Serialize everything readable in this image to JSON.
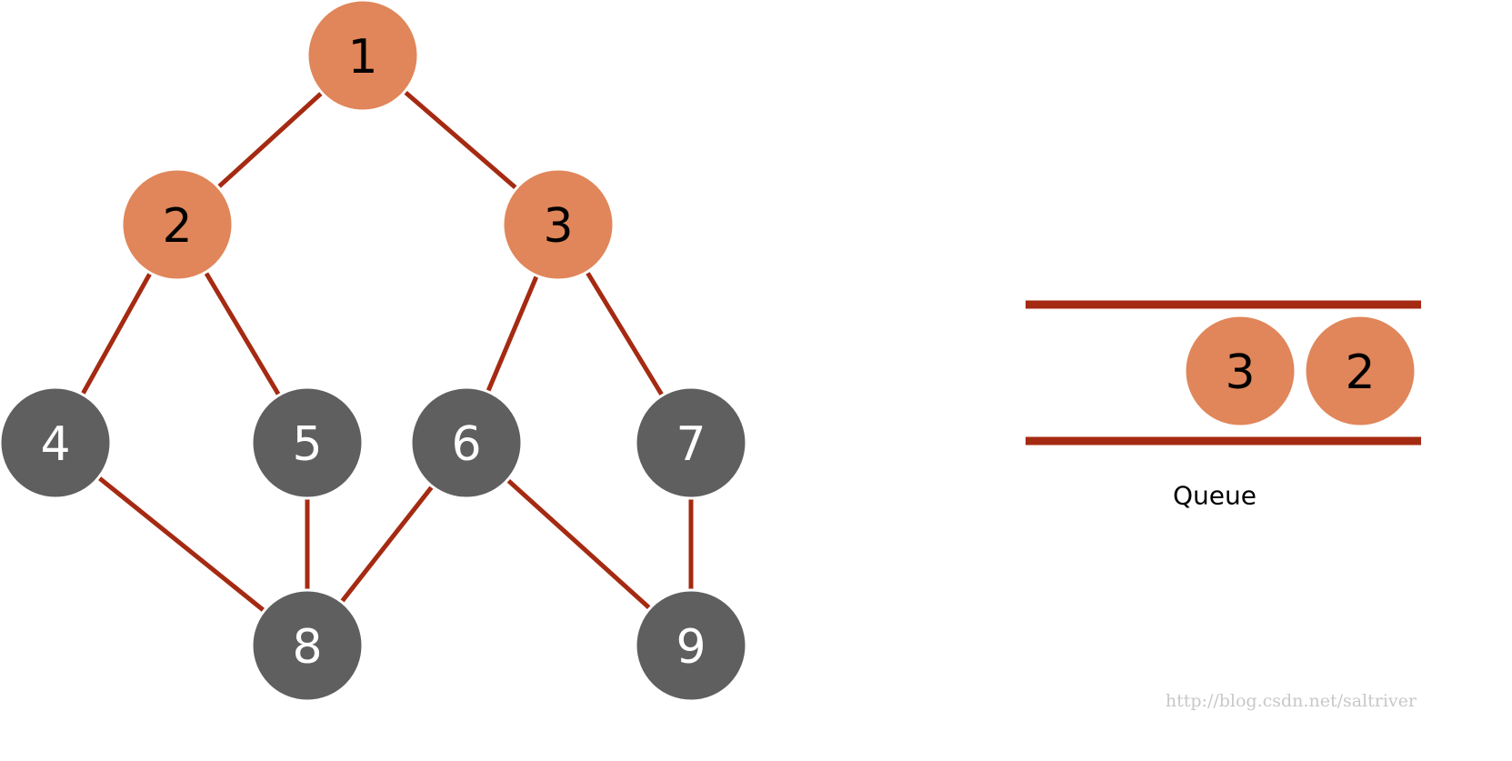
{
  "colors": {
    "visited": "#e0865a",
    "unvisited": "#5f5f5f",
    "edge": "#a52a12",
    "visited_text": "#000000",
    "unvisited_text": "#ffffff",
    "watermark": "#c8c8c8"
  },
  "graph": {
    "nodes": [
      {
        "id": "1",
        "label": "1",
        "state": "visited"
      },
      {
        "id": "2",
        "label": "2",
        "state": "visited"
      },
      {
        "id": "3",
        "label": "3",
        "state": "visited"
      },
      {
        "id": "4",
        "label": "4",
        "state": "unvisited"
      },
      {
        "id": "5",
        "label": "5",
        "state": "unvisited"
      },
      {
        "id": "6",
        "label": "6",
        "state": "unvisited"
      },
      {
        "id": "7",
        "label": "7",
        "state": "unvisited"
      },
      {
        "id": "8",
        "label": "8",
        "state": "unvisited"
      },
      {
        "id": "9",
        "label": "9",
        "state": "unvisited"
      }
    ],
    "edges": [
      [
        "1",
        "2"
      ],
      [
        "1",
        "3"
      ],
      [
        "2",
        "4"
      ],
      [
        "2",
        "5"
      ],
      [
        "3",
        "6"
      ],
      [
        "3",
        "7"
      ],
      [
        "4",
        "8"
      ],
      [
        "5",
        "8"
      ],
      [
        "6",
        "8"
      ],
      [
        "6",
        "9"
      ],
      [
        "7",
        "9"
      ]
    ]
  },
  "queue": {
    "items": [
      "3",
      "2"
    ],
    "caption": "Queue"
  },
  "watermark": "http://blog.csdn.net/saltriver"
}
